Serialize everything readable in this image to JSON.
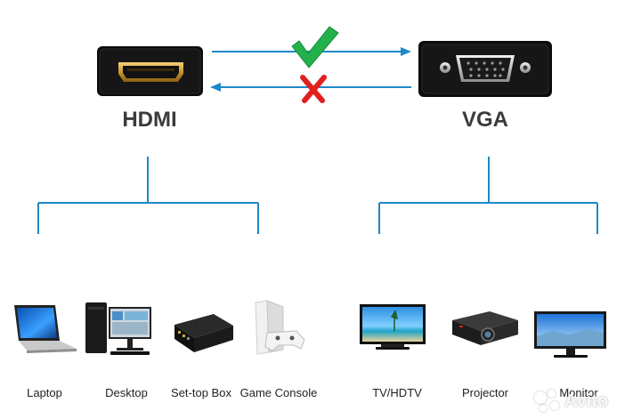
{
  "ports": {
    "left": "HDMI",
    "right": "VGA"
  },
  "arrows": {
    "forward_status": "check",
    "reverse_status": "cross",
    "forward_color": "#22b14c",
    "reverse_color": "#e02020",
    "line_color": "#1e88c8"
  },
  "devices_hdmi_side": [
    {
      "label": "Laptop",
      "icon": "laptop-icon"
    },
    {
      "label": "Desktop",
      "icon": "desktop-icon"
    },
    {
      "label": "Set-top Box",
      "icon": "set-top-box-icon"
    },
    {
      "label": "Game Console",
      "icon": "game-console-icon"
    }
  ],
  "devices_vga_side": [
    {
      "label": "TV/HDTV",
      "icon": "tv-icon"
    },
    {
      "label": "Projector",
      "icon": "projector-icon"
    },
    {
      "label": "Monitor",
      "icon": "monitor-icon"
    }
  ],
  "watermark": {
    "text": "Avito"
  }
}
